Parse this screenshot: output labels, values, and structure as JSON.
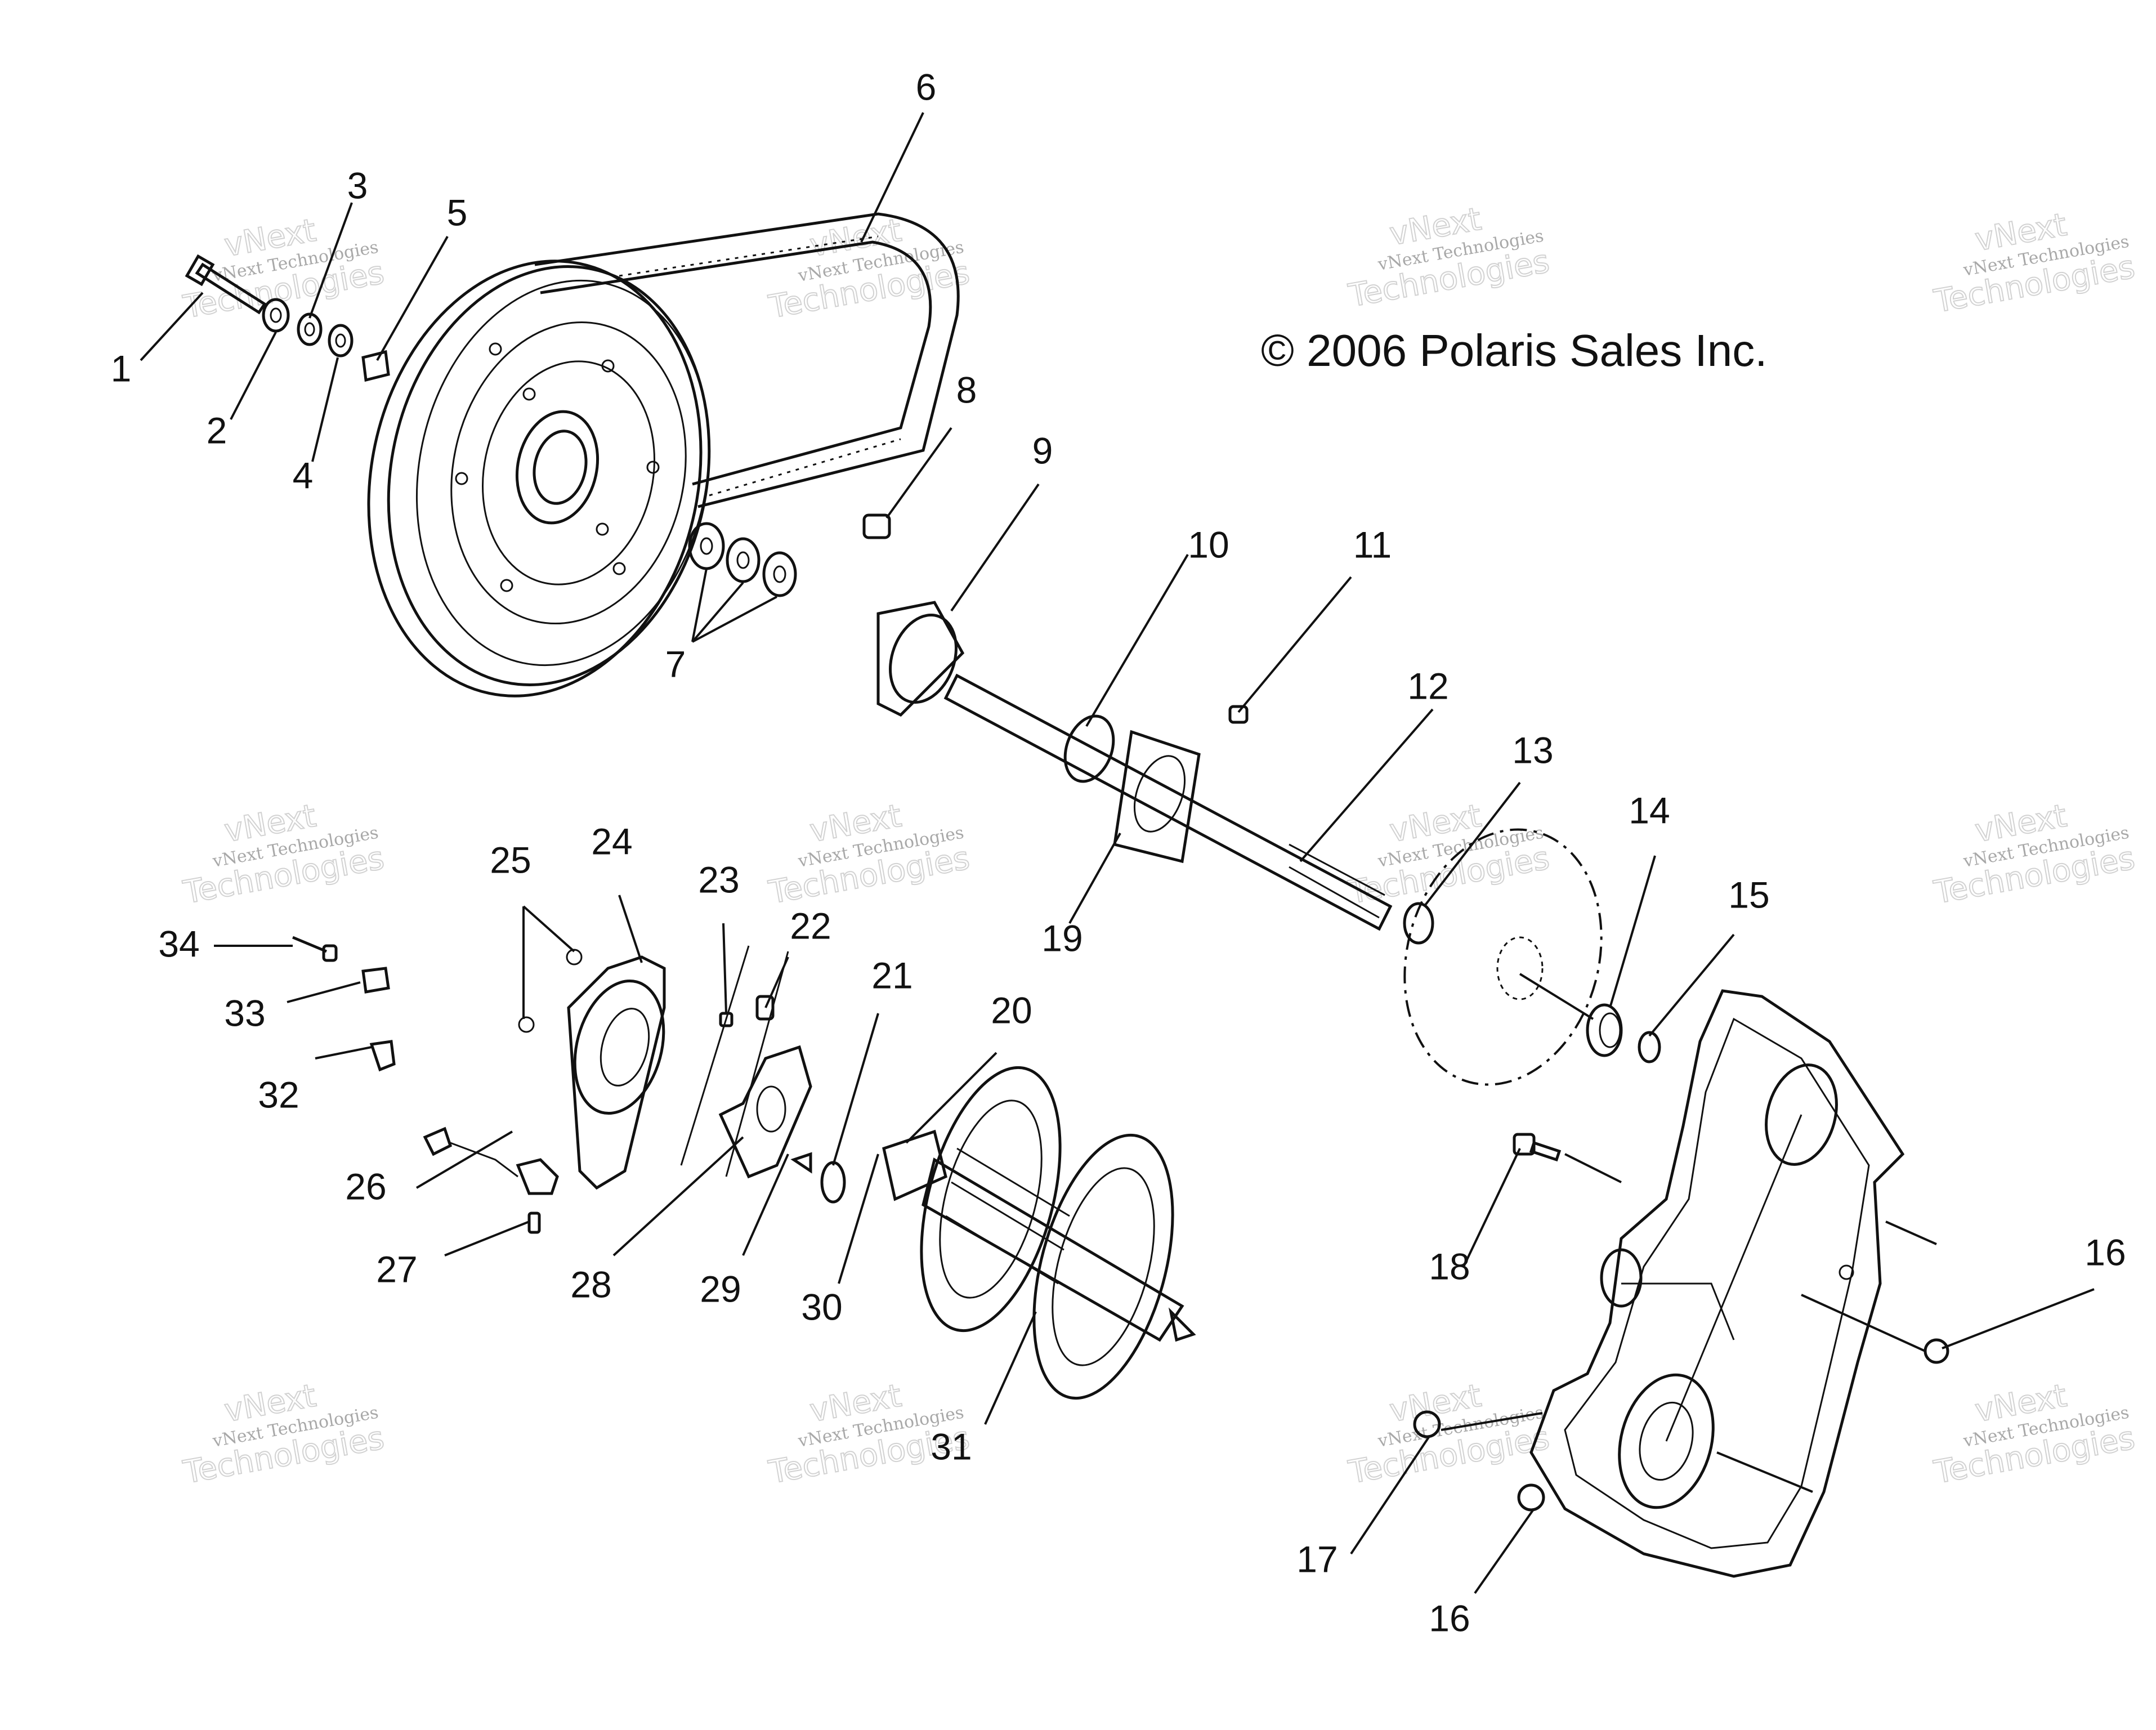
{
  "copyright": "© 2006 Polaris Sales Inc.",
  "watermark": {
    "line1": "vNext Technologies",
    "line2": "vNext",
    "line3": "Technologies"
  },
  "callouts": [
    {
      "id": "1",
      "label": "1"
    },
    {
      "id": "2",
      "label": "2"
    },
    {
      "id": "3",
      "label": "3"
    },
    {
      "id": "4",
      "label": "4"
    },
    {
      "id": "5",
      "label": "5"
    },
    {
      "id": "6",
      "label": "6"
    },
    {
      "id": "7",
      "label": "7"
    },
    {
      "id": "8",
      "label": "8"
    },
    {
      "id": "9",
      "label": "9"
    },
    {
      "id": "10",
      "label": "10"
    },
    {
      "id": "11",
      "label": "11"
    },
    {
      "id": "12",
      "label": "12"
    },
    {
      "id": "13",
      "label": "13"
    },
    {
      "id": "14",
      "label": "14"
    },
    {
      "id": "15",
      "label": "15"
    },
    {
      "id": "16a",
      "label": "16"
    },
    {
      "id": "16b",
      "label": "16"
    },
    {
      "id": "17",
      "label": "17"
    },
    {
      "id": "18",
      "label": "18"
    },
    {
      "id": "19",
      "label": "19"
    },
    {
      "id": "20",
      "label": "20"
    },
    {
      "id": "21",
      "label": "21"
    },
    {
      "id": "22",
      "label": "22"
    },
    {
      "id": "23",
      "label": "23"
    },
    {
      "id": "24",
      "label": "24"
    },
    {
      "id": "25",
      "label": "25"
    },
    {
      "id": "26",
      "label": "26"
    },
    {
      "id": "27",
      "label": "27"
    },
    {
      "id": "28",
      "label": "28"
    },
    {
      "id": "29",
      "label": "29"
    },
    {
      "id": "30",
      "label": "30"
    },
    {
      "id": "31",
      "label": "31"
    },
    {
      "id": "32",
      "label": "32"
    },
    {
      "id": "33",
      "label": "33"
    },
    {
      "id": "34",
      "label": "34"
    }
  ]
}
